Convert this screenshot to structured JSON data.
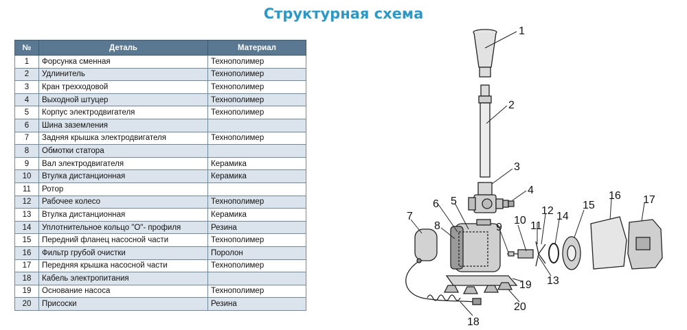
{
  "title": "Структурная схема",
  "table": {
    "headers": [
      "№",
      "Деталь",
      "Материал"
    ],
    "rows": [
      {
        "num": "1",
        "part": "Форсунка сменная",
        "material": "Технополимер"
      },
      {
        "num": "2",
        "part": "Удлинитель",
        "material": "Технополимер"
      },
      {
        "num": "3",
        "part": "Кран трехходовой",
        "material": "Технополимер"
      },
      {
        "num": "4",
        "part": "Выходной штуцер",
        "material": "Технополимер"
      },
      {
        "num": "5",
        "part": "Корпус электродвигателя",
        "material": "Технополимер"
      },
      {
        "num": "6",
        "part": "Шина заземления",
        "material": ""
      },
      {
        "num": "7",
        "part": "Задняя крышка электродвигателя",
        "material": "Технополимер"
      },
      {
        "num": "8",
        "part": "Обмотки статора",
        "material": ""
      },
      {
        "num": "9",
        "part": "Вал электродвигателя",
        "material": "Керамика"
      },
      {
        "num": "10",
        "part": "Втулка дистанционная",
        "material": "Керамика"
      },
      {
        "num": "11",
        "part": "Ротор",
        "material": ""
      },
      {
        "num": "12",
        "part": "Рабочее колесо",
        "material": "Технополимер"
      },
      {
        "num": "13",
        "part": "Втулка дистанционная",
        "material": "Керамика"
      },
      {
        "num": "14",
        "part": "Уплотнительное кольцо \"О\"- профиля",
        "material": "Резина"
      },
      {
        "num": "15",
        "part": "Передний фланец насосной части",
        "material": "Технополимер"
      },
      {
        "num": "16",
        "part": "Фильтр грубой очистки",
        "material": "Поролон"
      },
      {
        "num": "17",
        "part": "Передняя крышка насосной части",
        "material": "Технополимер"
      },
      {
        "num": "18",
        "part": "Кабель электропитания",
        "material": ""
      },
      {
        "num": "19",
        "part": "Основание насоса",
        "material": "Технополимер"
      },
      {
        "num": "20",
        "part": "Присоски",
        "material": "Резина"
      }
    ]
  },
  "diagram": {
    "callouts": [
      "1",
      "2",
      "3",
      "4",
      "5",
      "6",
      "7",
      "8",
      "9",
      "10",
      "11",
      "12",
      "13",
      "14",
      "15",
      "16",
      "17",
      "18",
      "19",
      "20"
    ]
  }
}
